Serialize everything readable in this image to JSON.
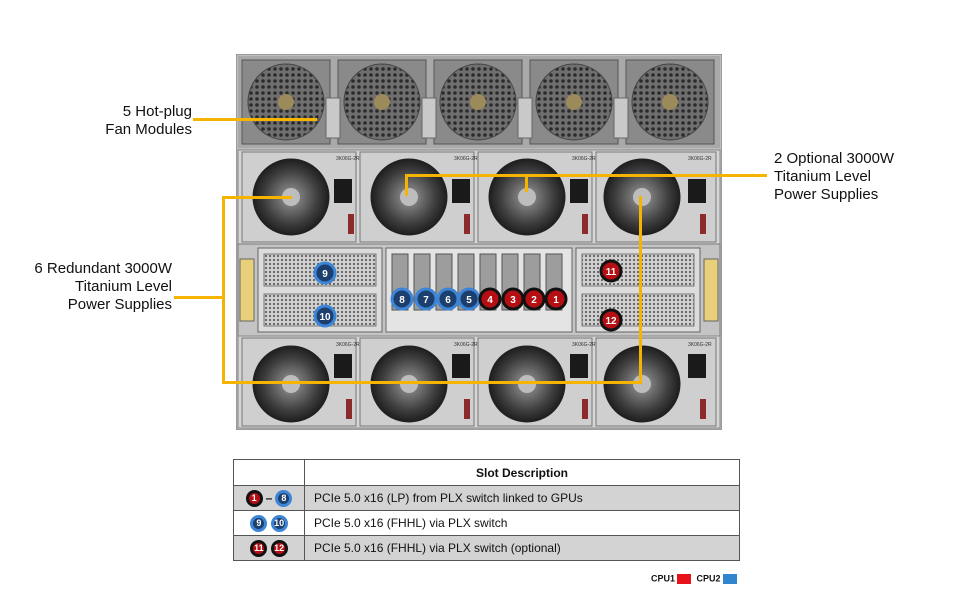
{
  "callouts": {
    "fans": "5 Hot-plug\nFan Modules",
    "optional_psu": "2 Optional 3000W\nTitanium Level\nPower Supplies",
    "redundant_psu": "6 Redundant 3000W\nTitanium Level\nPower Supplies"
  },
  "colors": {
    "callout_line": "#f5b400",
    "cpu1": "#e8121b",
    "cpu2": "#2f86cf"
  },
  "psu_tag": "3K06G-2R",
  "slots": {
    "gpu_row": [
      "8",
      "7",
      "6",
      "5",
      "4",
      "3",
      "2",
      "1"
    ],
    "left_top": "9",
    "left_bottom": "10",
    "right_top": "11",
    "right_bottom": "12"
  },
  "table": {
    "header": "Slot  Description",
    "rows": [
      {
        "badges": [
          "1",
          "8"
        ],
        "joiner": "–",
        "description": "PCIe 5.0 x16 (LP) from PLX switch linked to GPUs"
      },
      {
        "badges": [
          "9",
          "10"
        ],
        "joiner": "",
        "description": "PCIe 5.0 x16 (FHHL) via PLX switch"
      },
      {
        "badges": [
          "11",
          "12"
        ],
        "joiner": "",
        "description": "PCIe 5.0 x16 (FHHL) via PLX switch (optional)"
      }
    ]
  },
  "legend": {
    "cpu1_label": "CPU1",
    "cpu2_label": "CPU2"
  }
}
